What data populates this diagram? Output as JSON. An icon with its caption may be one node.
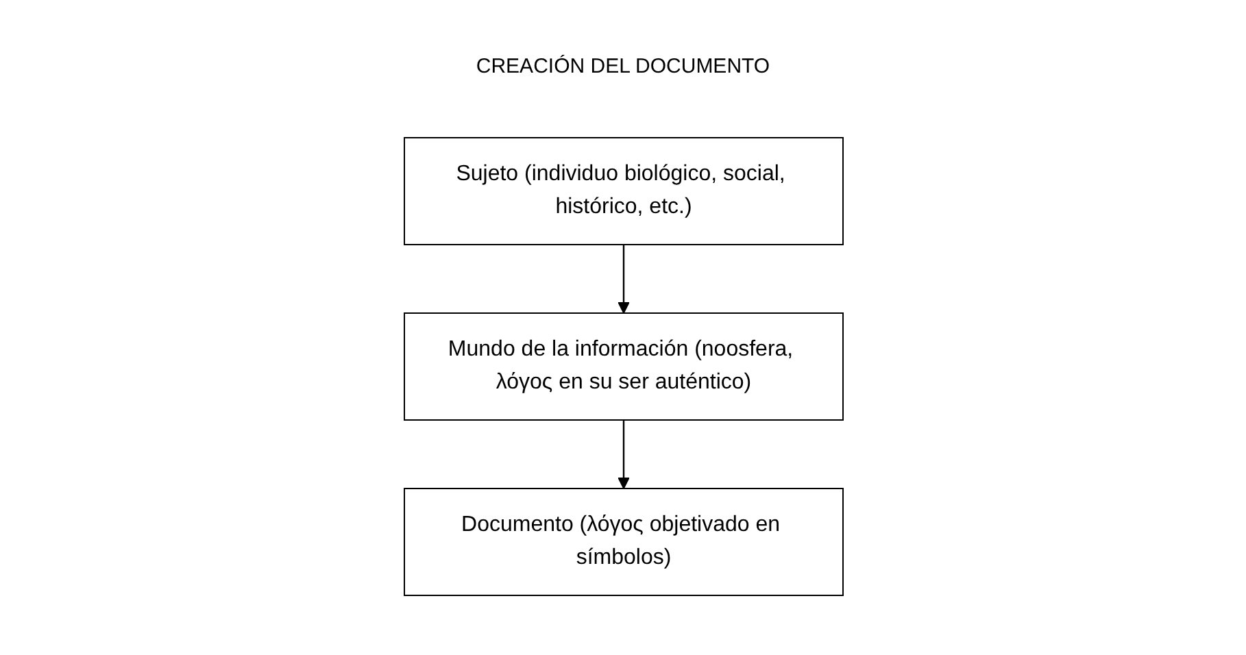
{
  "diagram": {
    "title": "CREACIÓN DEL DOCUMENTO",
    "nodes": [
      {
        "text": [
          "Mundo de la información (noosfera, λόγος en su ser auténtico)"
        ]
      },
      {
        "text": [
          "Sujeto (individuo biológico, social, histórico, etc.)"
        ]
      },
      {
        "text": [
          "Documento (λόγος objetivado en símbolos)"
        ]
      }
    ],
    "edges": [
      {
        "from": 1,
        "to": 0,
        "arrow": "to"
      },
      {
        "from": 0,
        "to": 2,
        "arrow": "to"
      }
    ]
  }
}
